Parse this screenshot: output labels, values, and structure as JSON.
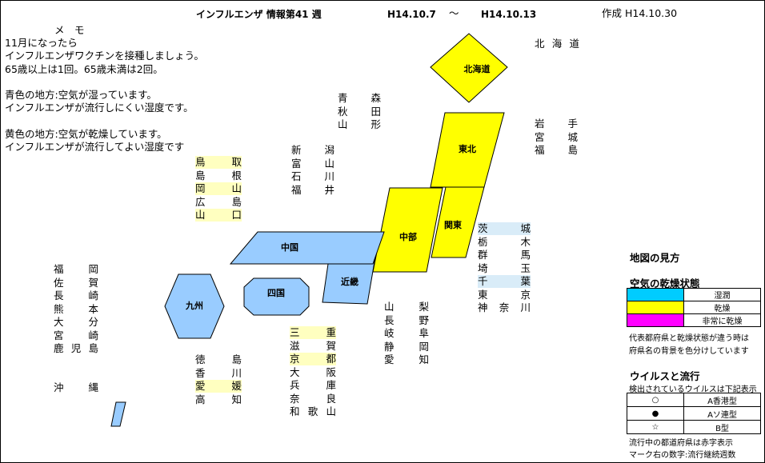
{
  "header": {
    "title": "インフルエンザ 情報第41 週",
    "date_from": "H14.10.7",
    "tilde": "～",
    "date_to": "H14.10.13",
    "created": "作成 H14.10.30"
  },
  "memo": {
    "title": "メ　モ",
    "lines": [
      "11月になったら",
      "インフルエンザワクチンを接種しましょう。",
      "65歳以上は1回。65歳未満は2回。",
      "",
      "青色の地方:空気が湿っています。",
      "インフルエンザが流行しにくい湿度です。",
      "",
      "黄色の地方:空気が乾燥しています。",
      "インフルエンザが流行してよい湿度です"
    ]
  },
  "regions": {
    "hokkaido": "北海道",
    "tohoku": "東北",
    "kanto": "関東",
    "chubu": "中部",
    "kinki": "近畿",
    "chugoku": "中国",
    "shikoku": "四国",
    "kyushu": "九州"
  },
  "region_status": {
    "hokkaido": "yellow",
    "tohoku": "yellow",
    "kanto": "yellow",
    "chubu": "yellow",
    "kinki": "blue",
    "chugoku": "blue",
    "shikoku": "blue",
    "kyushu": "blue",
    "okinawa": "blue"
  },
  "colors": {
    "yellow": "#ffff00",
    "blue": "#99ccff",
    "pref_yellow": "#ffffc0",
    "pref_blue": "#d9ecf8",
    "magenta": "#ff00ff",
    "cyan": "#00ccff"
  },
  "prefectures": {
    "hokkaido": [
      [
        "北",
        "海",
        "道"
      ]
    ],
    "tohoku_left": [
      [
        "青",
        "森"
      ],
      [
        "秋",
        "田"
      ],
      [
        "山",
        "形"
      ]
    ],
    "tohoku_right": [
      [
        "岩",
        "手"
      ],
      [
        "宮",
        "城"
      ],
      [
        "福",
        "島"
      ]
    ],
    "hokuriku": [
      [
        "新",
        "潟"
      ],
      [
        "富",
        "山"
      ],
      [
        "石",
        "川"
      ],
      [
        "福",
        "井"
      ]
    ],
    "chugoku": [
      [
        "鳥",
        "取"
      ],
      [
        "島",
        "根"
      ],
      [
        "岡",
        "山"
      ],
      [
        "広",
        "島"
      ],
      [
        "山",
        "口"
      ]
    ],
    "kanto": [
      [
        "茨",
        "城"
      ],
      [
        "栃",
        "木"
      ],
      [
        "群",
        "馬"
      ],
      [
        "埼",
        "玉"
      ],
      [
        "千",
        "葉"
      ],
      [
        "東",
        "京"
      ],
      [
        "神",
        "奈",
        "川"
      ]
    ],
    "kyushu": [
      [
        "福",
        "岡"
      ],
      [
        "佐",
        "賀"
      ],
      [
        "長",
        "崎"
      ],
      [
        "熊",
        "本"
      ],
      [
        "大",
        "分"
      ],
      [
        "宮",
        "崎"
      ],
      [
        "鹿",
        "児",
        "島"
      ]
    ],
    "okinawa": [
      [
        "沖",
        "縄"
      ]
    ],
    "chubu": [
      [
        "山",
        "梨"
      ],
      [
        "長",
        "野"
      ],
      [
        "岐",
        "阜"
      ],
      [
        "静",
        "岡"
      ],
      [
        "愛",
        "知"
      ]
    ],
    "kinki": [
      [
        "三",
        "重"
      ],
      [
        "滋",
        "賀"
      ],
      [
        "京",
        "都"
      ],
      [
        "大",
        "阪"
      ],
      [
        "兵",
        "庫"
      ],
      [
        "奈",
        "良"
      ],
      [
        "和",
        "歌",
        "山"
      ]
    ],
    "shikoku": [
      [
        "徳",
        "島"
      ],
      [
        "香",
        "川"
      ],
      [
        "愛",
        "媛"
      ],
      [
        "高",
        "知"
      ]
    ]
  },
  "highlights": {
    "chugoku": [
      "yellow",
      "",
      "yellow",
      "",
      "yellow"
    ],
    "kanto": [
      "blue",
      "",
      "",
      "",
      "blue",
      "",
      ""
    ],
    "kinki": [
      "yellow",
      "",
      "yellow",
      "",
      "",
      "",
      ""
    ],
    "shikoku": [
      "",
      "",
      "yellow",
      ""
    ]
  },
  "legend": {
    "map_guide": "地図の見方",
    "dryness_title": "空気の乾燥状態",
    "dryness_items": [
      {
        "color": "#00ccff",
        "label": "湿潤"
      },
      {
        "color": "#ffff00",
        "label": "乾燥"
      },
      {
        "color": "#ff00ff",
        "label": "非常に乾燥"
      }
    ],
    "note1": "代表都府県と乾燥状態が違う時は",
    "note2": "府県名の背景を色分けしています",
    "virus_title": "ウイルスと流行",
    "virus_sub": "検出されているウイルスは下記表示",
    "virus_items": [
      {
        "mark": "○",
        "label": "A香港型"
      },
      {
        "mark": "●",
        "label": "Aソ連型"
      },
      {
        "mark": "☆",
        "label": "B型"
      }
    ],
    "foot1": "流行中の都道府県は赤字表示",
    "foot2": "マーク右の数字:流行継続週数"
  }
}
